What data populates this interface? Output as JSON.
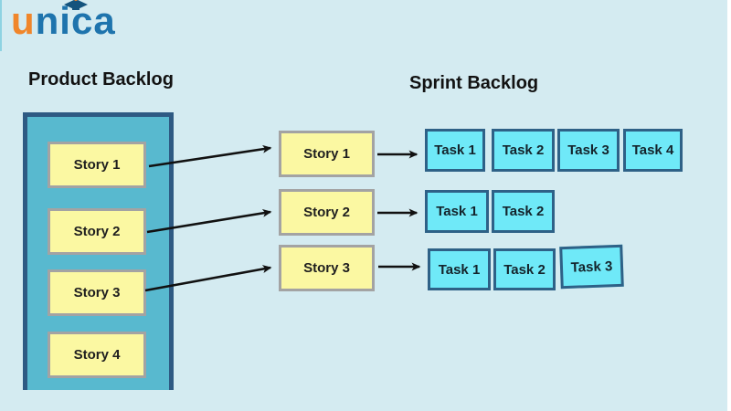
{
  "logo": {
    "brand_first_letter": "u",
    "brand_rest": "nica",
    "cap_icon": "graduation-cap"
  },
  "headings": {
    "product_backlog": "Product Backlog",
    "sprint_backlog": "Sprint Backlog"
  },
  "product_backlog": {
    "stories": [
      "Story 1",
      "Story 2",
      "Story 3",
      "Story 4"
    ]
  },
  "sprint_backlog": {
    "rows": [
      {
        "story": "Story 1",
        "tasks": [
          "Task 1",
          "Task 2",
          "Task 3",
          "Task 4"
        ]
      },
      {
        "story": "Story 2",
        "tasks": [
          "Task 1",
          "Task 2"
        ]
      },
      {
        "story": "Story 3",
        "tasks": [
          "Task 1",
          "Task 2",
          "Task 3"
        ]
      }
    ]
  },
  "colors": {
    "background": "#D4EBF1",
    "container_fill": "#58B9CF",
    "container_border": "#2E5A83",
    "story_fill": "#FBF8A2",
    "story_border": "#A3A3A3",
    "task_fill": "#6FE9F8",
    "task_border": "#2E6187",
    "arrow": "#111111",
    "logo_orange": "#F0862B",
    "logo_blue": "#1E74AD"
  }
}
